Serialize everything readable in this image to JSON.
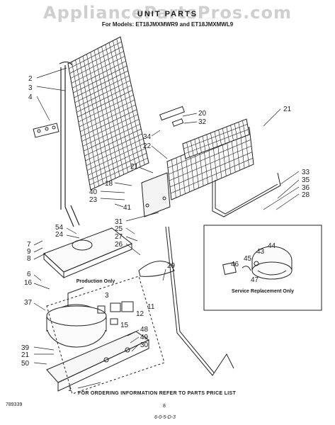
{
  "watermark": "AppliancePartsPros.com",
  "title": "UNIT PARTS",
  "subtitle": "For Models: ET18JMXMWR9 and ET18JMXMWL9",
  "callouts": [
    "2",
    "3",
    "4",
    "20",
    "32",
    "21",
    "34",
    "22",
    "21",
    "18",
    "33",
    "35",
    "36",
    "28",
    "40",
    "23",
    "41",
    "54",
    "24",
    "31",
    "25",
    "27",
    "26",
    "7",
    "9",
    "8",
    "6",
    "16",
    "37",
    "29",
    "44",
    "43",
    "45",
    "46",
    "47",
    "11",
    "12",
    "15",
    "3",
    "48",
    "49",
    "30",
    "39",
    "21",
    "50",
    "1"
  ],
  "production_only": "Production Only",
  "service_replacement": "Service Replacement Only",
  "ordering_note": "FOR ORDERING INFORMATION REFER TO PARTS PRICE LIST",
  "figure_number": "789339",
  "page_number": "8",
  "footer_code": "6-0-5-D-3"
}
